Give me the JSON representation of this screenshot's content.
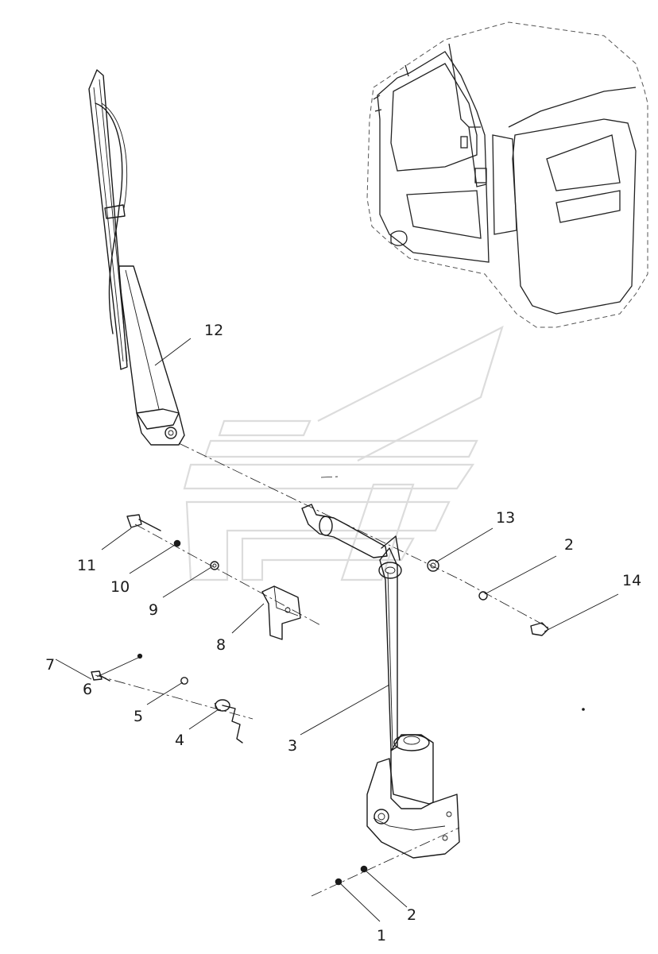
{
  "callouts": {
    "n1": "1",
    "n2a": "2",
    "n2b": "2",
    "n3": "3",
    "n4": "4",
    "n5": "5",
    "n6": "6",
    "n7": "7",
    "n8": "8",
    "n9": "9",
    "n10": "10",
    "n11": "11",
    "n12": "12",
    "n13": "13",
    "n14": "14"
  },
  "colors": {
    "ink": "#1a1a1a",
    "watermark": "#dcdcdc",
    "background": "#ffffff"
  }
}
